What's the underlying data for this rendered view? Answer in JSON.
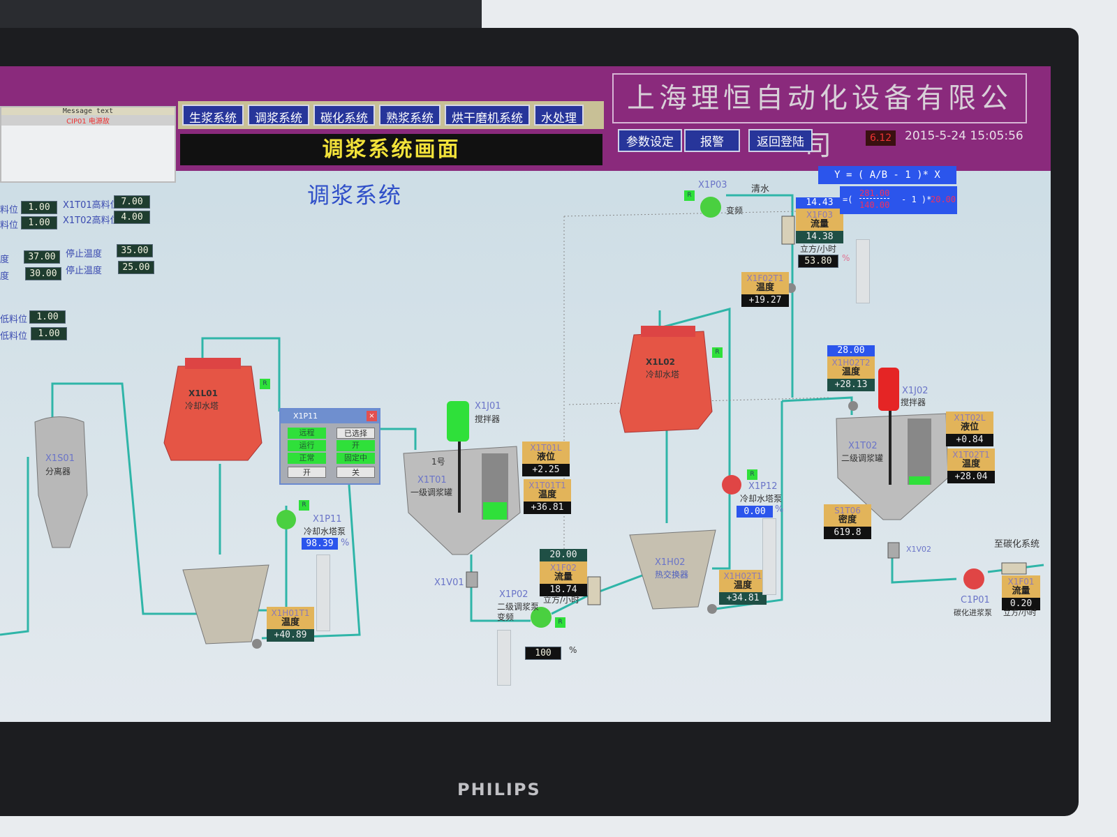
{
  "monitor": {
    "brand": "PHILIPS"
  },
  "message_panel": {
    "header": "Message text",
    "text": "CIP01 电源故"
  },
  "nav": [
    {
      "label": "生浆系统"
    },
    {
      "label": "调浆系统"
    },
    {
      "label": "碳化系统"
    },
    {
      "label": "熟浆系统"
    },
    {
      "label": "烘干磨机系统"
    },
    {
      "label": "水处理"
    }
  ],
  "banner": "调浆系统画面",
  "company": "上海理恒自动化设备有限公司",
  "header_buttons": {
    "params": "参数设定",
    "alarm": "报警",
    "back_login": "返回登陆"
  },
  "counter": "6.12",
  "datetime": "2015-5-24 15:05:56",
  "section_title": "调浆系统",
  "params": [
    {
      "label": "料位",
      "value": "1.00"
    },
    {
      "label": "料位",
      "value": "1.00"
    },
    {
      "label": "X1T01高料位",
      "value": "7.00"
    },
    {
      "label": "X1T02高料位",
      "value": "4.00"
    },
    {
      "label": "度",
      "value": "37.00"
    },
    {
      "label": "度",
      "value": "30.00"
    },
    {
      "label": "停止温度",
      "value": "35.00"
    },
    {
      "label": "停止温度",
      "value": "25.00"
    },
    {
      "label": "低料位",
      "value": "1.00"
    },
    {
      "label": "低料位",
      "value": "1.00"
    }
  ],
  "equipment": {
    "x1s01": {
      "id": "X1S01",
      "desc": "分离器"
    },
    "x1l01": {
      "id": "X1L01",
      "desc": "冷却水塔"
    },
    "x1l02": {
      "id": "X1L02",
      "desc": "冷却水塔"
    },
    "x1p11": {
      "id": "X1P11",
      "desc": "冷却水塔泵",
      "value": "98.39",
      "unit": "%"
    },
    "x1h01t1": {
      "id": "X1H01T1",
      "kind": "温度",
      "value": "+40.89"
    },
    "x1j01": {
      "id": "X1J01",
      "desc": "搅拌器"
    },
    "x1t01": {
      "id": "X1T01",
      "desc": "一级调浆罐",
      "num": "1号"
    },
    "x1t01l": {
      "id": "X1T01L",
      "kind": "液位",
      "value": "+2.25"
    },
    "x1t01t1": {
      "id": "X1T01T1",
      "kind": "温度",
      "value": "+36.81"
    },
    "x1v01": {
      "id": "X1V01"
    },
    "x1p02": {
      "id": "X1P02",
      "desc": "二级调浆泵",
      "mode": "变频"
    },
    "x1f02": {
      "id": "X1F02",
      "kind": "流量",
      "setpoint": "20.00",
      "value": "18.74",
      "unit": "立方/小时"
    },
    "pump_speed": {
      "value": "100",
      "unit": "%"
    },
    "x1h02": {
      "id": "X1H02",
      "desc": "热交换器"
    },
    "x1h02t1": {
      "id": "X1H02T1",
      "kind": "温度",
      "value": "+34.81"
    },
    "x1p12": {
      "id": "X1P12",
      "desc": "冷却水塔泵",
      "value": "0.00",
      "unit": "%"
    },
    "x1p03": {
      "id": "X1P03",
      "mode": "变频",
      "line": "清水"
    },
    "x1f03": {
      "id": "X1F03",
      "kind": "流量",
      "setpoint": "14.43",
      "value": "14.38",
      "unit": "立方/小时",
      "output": "53.80",
      "output_unit": "%"
    },
    "x1f02t1": {
      "id": "X1F02T1",
      "kind": "温度",
      "value": "+19.27"
    },
    "x1h02t2": {
      "id": "X1H02T2",
      "kind": "温度",
      "setpoint": "28.00",
      "value": "+28.13"
    },
    "x1j02": {
      "id": "X1J02",
      "desc": "搅拌器"
    },
    "x1t02": {
      "id": "X1T02",
      "desc": "二级调浆罐"
    },
    "x1t02l": {
      "id": "X1T02L",
      "kind": "液位",
      "value": "+0.84"
    },
    "x1t02t1": {
      "id": "X1T02T1",
      "kind": "温度",
      "value": "+28.04"
    },
    "s1t06": {
      "id": "S1T06",
      "kind": "密度",
      "value": "619.8"
    },
    "x1v02": {
      "id": "X1V02"
    },
    "c1p01": {
      "id": "C1P01",
      "desc": "碳化进浆泵"
    },
    "x1f01": {
      "id": "X1F01",
      "kind": "流量",
      "value": "0.20",
      "unit": "立方/小时"
    },
    "to_carb": "至碳化系统",
    "r": "R"
  },
  "formula": {
    "expr": "Y = (  A/B - 1  )* X",
    "eq_open": "=(",
    "a": "281.00",
    "b": "140.00",
    "minus": "- 1 )*",
    "x": "20.00"
  },
  "popup": {
    "title": "X1P11",
    "close": "×",
    "remote": "远程",
    "running": "运行",
    "normal": "正常",
    "selected": "已选择",
    "open_state": "开",
    "fixed": "固定中",
    "open_btn": "开",
    "close_btn": "关"
  }
}
